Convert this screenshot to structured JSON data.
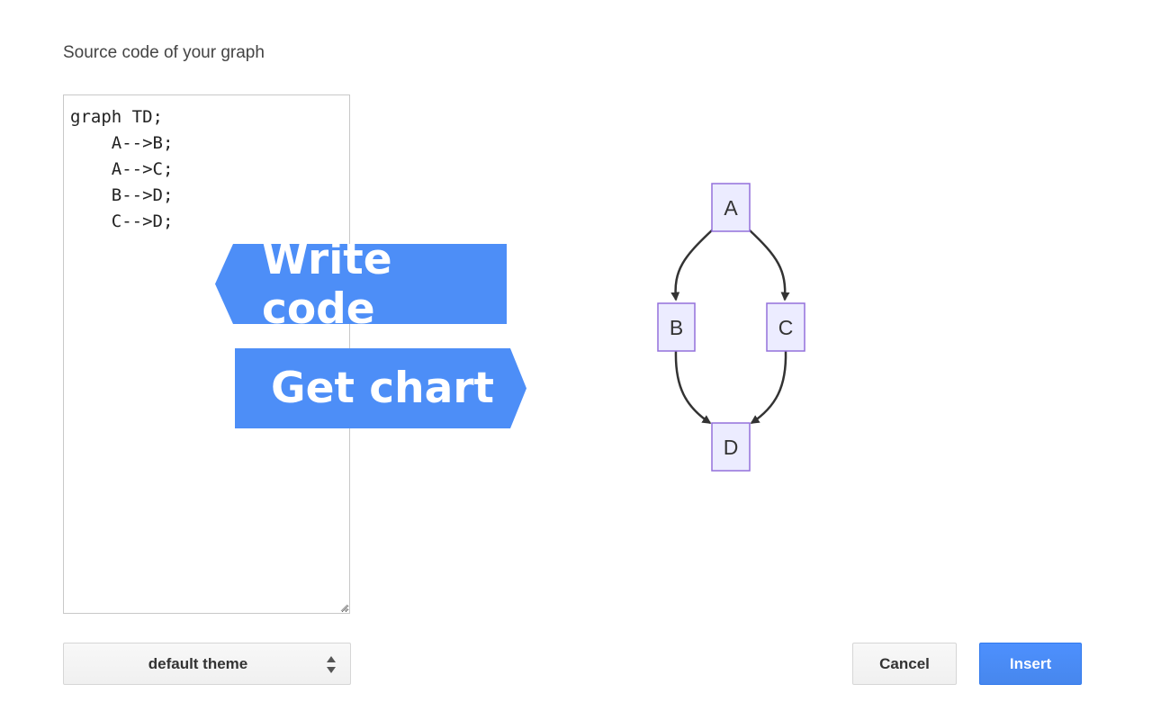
{
  "heading": "Source code of your graph",
  "editor": {
    "source": "graph TD;\n    A-->B;\n    A-->C;\n    B-->D;\n    C-->D;"
  },
  "callouts": {
    "write_code": "Write code",
    "get_chart": "Get chart"
  },
  "diagram": {
    "nodes": [
      "A",
      "B",
      "C",
      "D"
    ],
    "edges": [
      [
        "A",
        "B"
      ],
      [
        "A",
        "C"
      ],
      [
        "B",
        "D"
      ],
      [
        "C",
        "D"
      ]
    ],
    "node_fill": "#ececff",
    "node_stroke": "#9370db",
    "edge_color": "#333333"
  },
  "theme_select": {
    "value": "default theme",
    "icon": "up-down-arrows-icon"
  },
  "buttons": {
    "cancel": "Cancel",
    "insert": "Insert"
  },
  "colors": {
    "callout": "#4d8ef7",
    "primary_button": "#4d90fe"
  }
}
